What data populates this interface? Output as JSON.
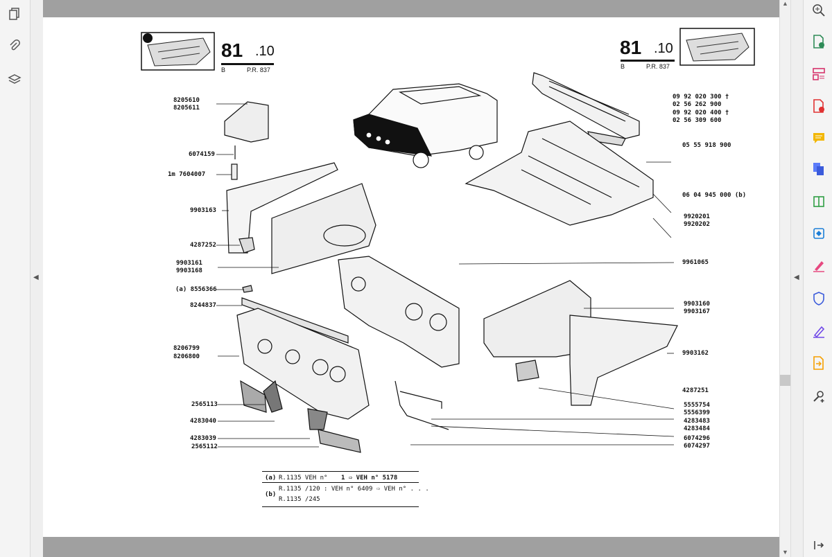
{
  "left_toolbar": {
    "icons": [
      "copy-pages-icon",
      "attachment-paperclip-icon",
      "layers-icon"
    ]
  },
  "right_toolbar": {
    "icons": [
      "zoom-search-icon",
      "create-pdf-icon",
      "organize-pages-icon",
      "export-pdf-icon",
      "comment-icon",
      "combine-files-icon",
      "compress-icon",
      "convert-pdf-icon",
      "fill-sign-icon",
      "protect-shield-icon",
      "edit-pen-icon",
      "export-document-icon",
      "more-tools-icon",
      "collapse-panel-icon"
    ]
  },
  "page": {
    "header_left": {
      "page_main": "81",
      "page_sub": ".10",
      "code": "B",
      "pr": "P.R. 837"
    },
    "header_right": {
      "page_main": "81",
      "page_sub": ".10",
      "code": "B",
      "pr": "P.R. 837"
    },
    "labels_left": [
      "8205610",
      "8205611",
      "6074159",
      "1m 7604007",
      "9903163",
      "4287252",
      "9903161",
      "9903168",
      "(a) 8556366",
      "8244837",
      "8206799",
      "8206800",
      "2565113",
      "4283040",
      "4283039",
      "2565112"
    ],
    "labels_right": [
      "09 92 020 300 †",
      "02 56 262 900",
      "09 92 020 400 †",
      "02 56 309 600",
      "05 55 918 900",
      "06 04 945 000 (b)",
      "9920201",
      "9920202",
      "9961065",
      "9903160",
      "9903167",
      "9903162",
      "4287251",
      "5555754",
      "5556399",
      "4283483",
      "4283484",
      "6074296",
      "6074297"
    ],
    "notes": {
      "a_label": "(a)",
      "a_text1": "R.1135 VEH n°",
      "a_text2": "1 ⇨ VEH n° 5178",
      "b_label": "(b)",
      "b_text1": "R.1135 /120 : VEH n° 6409 ⇨ VEH n° . . .",
      "b_text2": "R.1135 /245"
    }
  }
}
